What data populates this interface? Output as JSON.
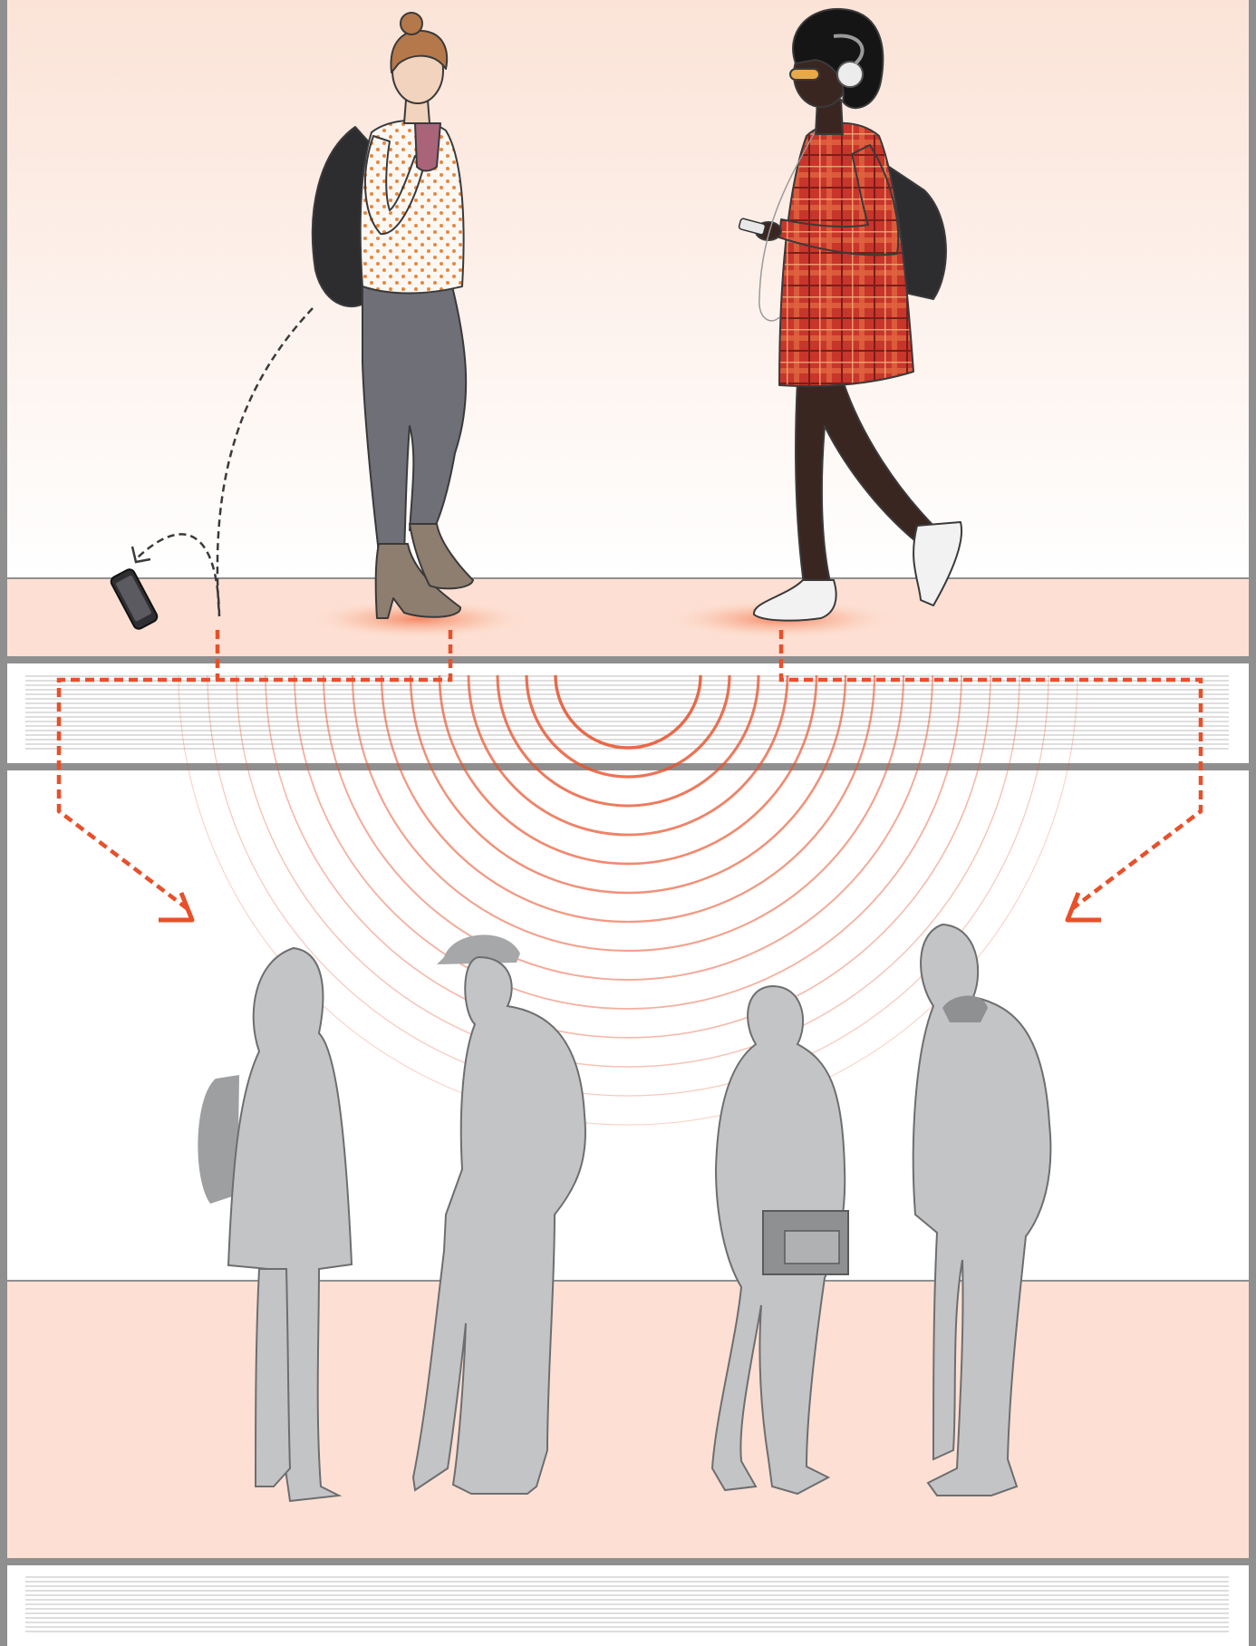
{
  "illustration": {
    "colors": {
      "frame": "#8f8f8f",
      "upper_wall_top": "#fbe3d7",
      "upper_wall_bottom": "#ffffff",
      "floor": "#fde0d3",
      "accent": "#e8502a",
      "silhouette": "#c3c4c6",
      "silhouette_outline": "#6e6e70",
      "slab_lines": "#bdbdbd",
      "skin_light": "#f2d3bd",
      "skin_dark": "#3a2621",
      "hair_light": "#b5784a",
      "denim": "#6f6f78",
      "boots": "#8e7e70",
      "plaid": "#c8352b",
      "backpack": "#2d2d30",
      "drink": "#a9647a"
    },
    "upper_floor": {
      "figures": [
        "woman-drinking",
        "woman-walking-with-headphones"
      ],
      "dropped_item": "phone"
    },
    "lower_floor": {
      "figures": [
        "woman-with-backpack",
        "man-in-cap",
        "man-with-folder",
        "man-with-headphones"
      ]
    },
    "signal": {
      "rings": 14,
      "arrows": [
        "left-arrow",
        "right-arrow"
      ]
    }
  }
}
